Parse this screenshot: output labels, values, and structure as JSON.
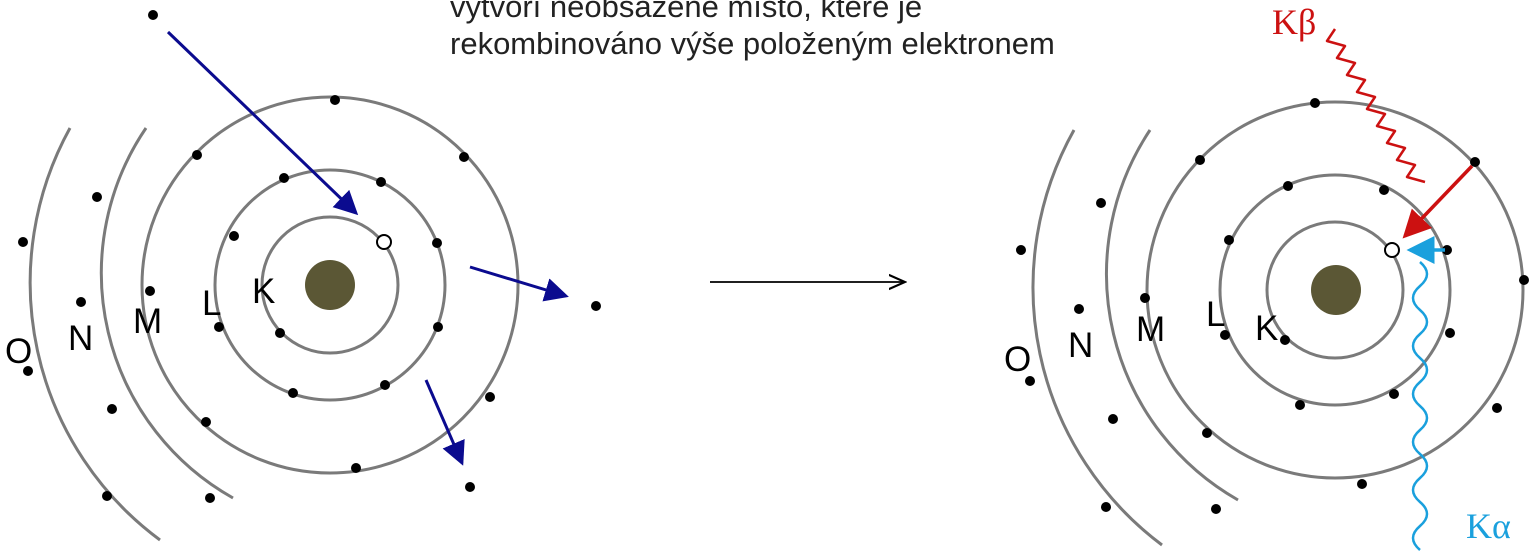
{
  "caption": {
    "line1": "vytvoří neobsazené místo, které je",
    "line2": "rekombinováno výše položeným elektronem"
  },
  "shell_labels": [
    "K",
    "L",
    "M",
    "N",
    "O"
  ],
  "emission_labels": {
    "k_beta": "Kβ",
    "k_alpha": "Kα"
  },
  "colors": {
    "orbit": "#7a7a7a",
    "nucleus": "#5b5735",
    "electron": "#000000",
    "incoming_arrow": "#0b0b8f",
    "k_beta": "#cc1111",
    "k_alpha": "#1aa0dd",
    "process_arrow": "#000000"
  }
}
